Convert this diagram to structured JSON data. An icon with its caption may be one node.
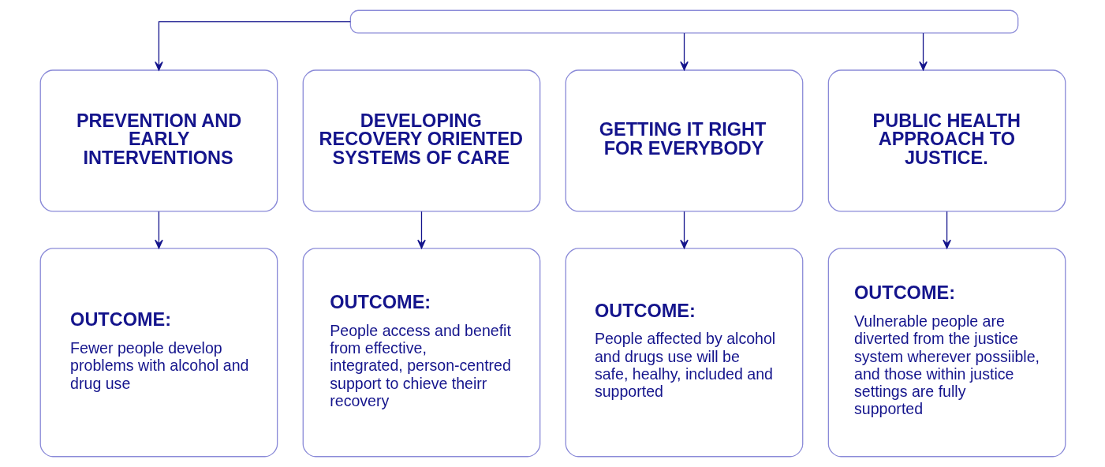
{
  "diagram": {
    "nodes": [
      {
        "text": [],
        "shape": "box"
      },
      {
        "text": [
          "PREVENTION AND EARLY INTERVENTIONS"
        ]
      },
      {
        "text": [
          "DEVELOPING RECOVERY ORIENTED SYSTEMS OF CARE"
        ]
      },
      {
        "text": [
          "GETTING IT RIGHT FOR EVERYBODY"
        ]
      },
      {
        "text": [
          "PUBLIC HEALTH APPROACH TO JUSTICE."
        ]
      },
      {
        "text": [
          "OUTCOME:",
          "Fewer people develop problems with alcohol and drug use"
        ]
      },
      {
        "text": [
          "OUTCOME:",
          "People access and benefit from effective, integrated, person-centred support to chieve theirr recovery"
        ]
      },
      {
        "text": [
          "OUTCOME:",
          "People affected by alcohol and drugs use will be safe, healhy, included and supported"
        ]
      },
      {
        "text": [
          "OUTCOME:",
          "Vulnerable people are diverted from the justice system wherever possiible, and those within justice settings are fully supported"
        ]
      }
    ],
    "edges": [
      {
        "from": 0,
        "to": 1,
        "arrow": "to"
      },
      {
        "from": 0,
        "to": 3,
        "arrow": "to"
      },
      {
        "from": 0,
        "to": 4,
        "arrow": "to"
      },
      {
        "from": 1,
        "to": 5,
        "arrow": "to"
      },
      {
        "from": 2,
        "to": 6,
        "arrow": "to"
      },
      {
        "from": 3,
        "to": 7,
        "arrow": "to"
      },
      {
        "from": 4,
        "to": 8,
        "arrow": "to"
      }
    ]
  }
}
